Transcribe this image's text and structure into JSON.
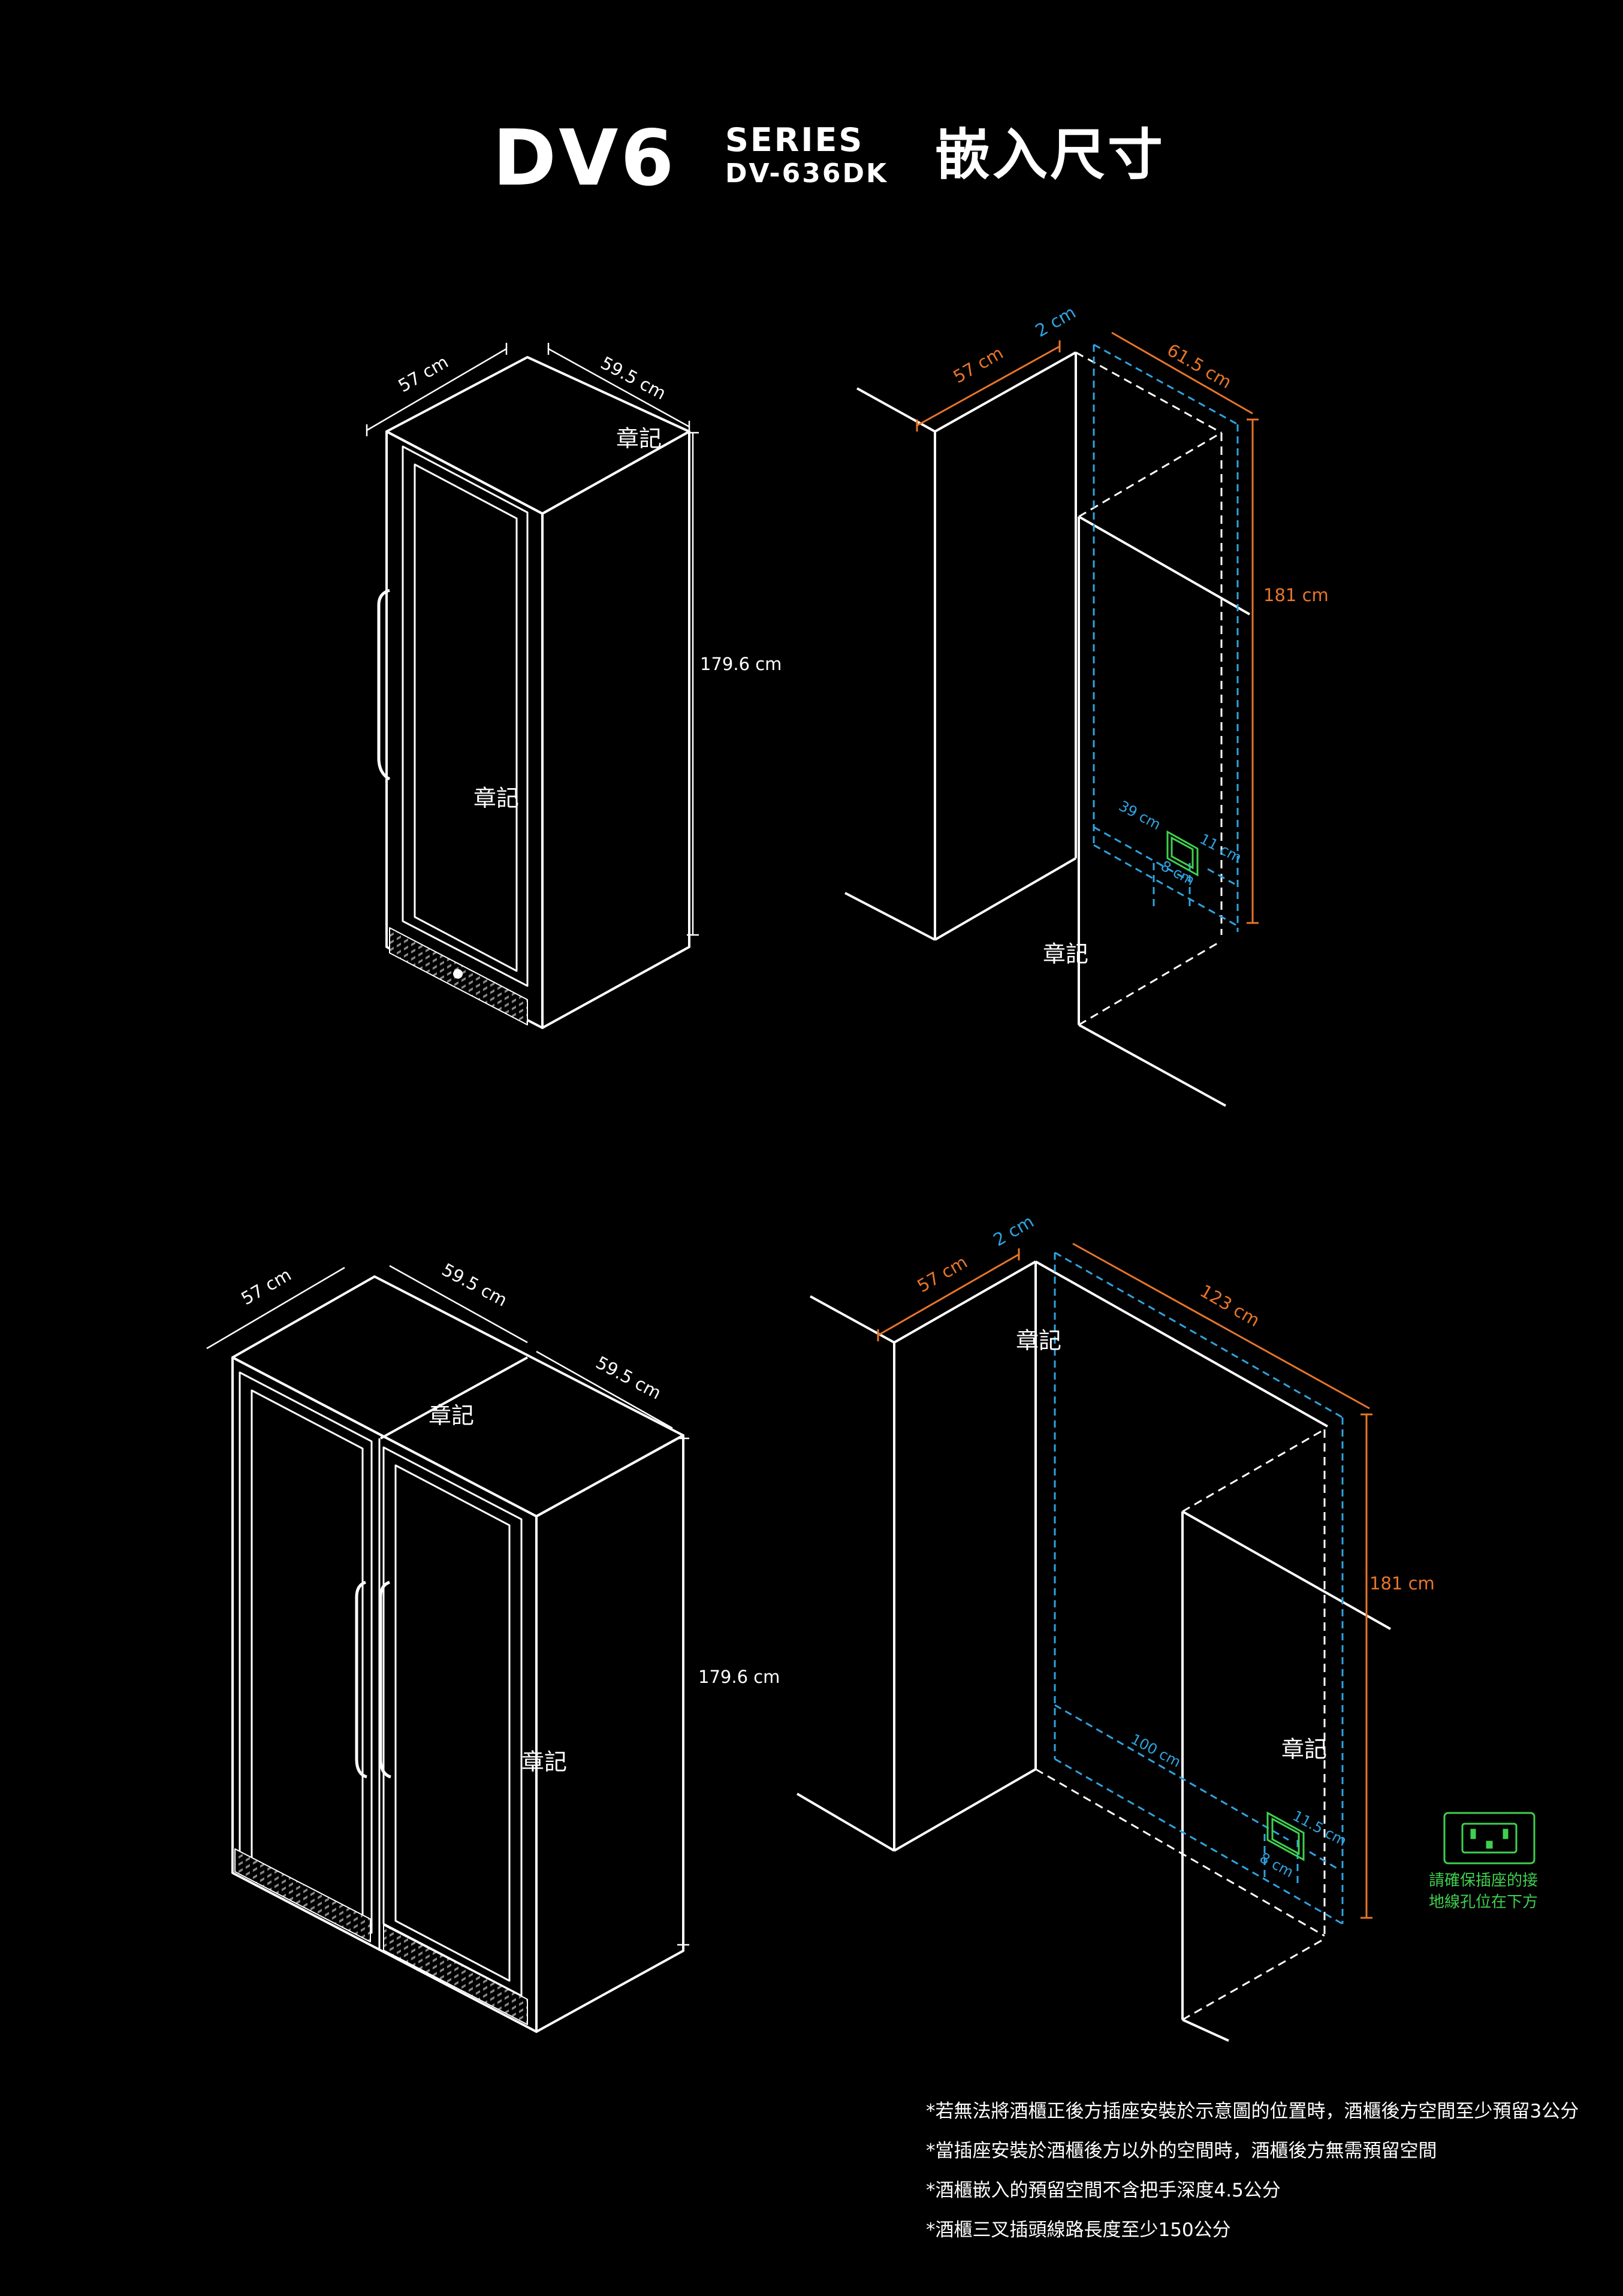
{
  "header": {
    "logo": "DV6",
    "series": "SERIES",
    "model": "DV-636DK",
    "title": "嵌入尺寸"
  },
  "colors": {
    "background": "#000000",
    "line": "#ffffff",
    "orange_dim": "#e8752a",
    "blue_dim": "#2fa3e0",
    "green_outlet": "#3fd04f"
  },
  "single_unit": {
    "width": "57 cm",
    "depth": "59.5 cm",
    "height": "179.6 cm",
    "watermark": "章記"
  },
  "single_niche": {
    "width": "57 cm",
    "gap": "2 cm",
    "depth": "61.5 cm",
    "height": "181 cm",
    "outlet_offset_h": "39 cm",
    "outlet_offset_v": "11 cm",
    "outlet_width": "8 cm",
    "watermark": "章記"
  },
  "double_unit": {
    "width": "57 cm",
    "depth_left": "59.5 cm",
    "depth_right": "59.5 cm",
    "height": "179.6 cm",
    "watermark": "章記"
  },
  "double_niche": {
    "width": "57 cm",
    "gap": "2 cm",
    "depth": "123 cm",
    "height": "181 cm",
    "outlet_offset_h": "100 cm",
    "outlet_offset_v": "11.5 cm",
    "outlet_width": "8 cm",
    "watermark": "章記"
  },
  "outlet_note": {
    "line1": "請確保插座的接",
    "line2": "地線孔位在下方"
  },
  "notes": [
    "*若無法將酒櫃正後方插座安裝於示意圖的位置時，酒櫃後方空間至少預留3公分",
    "*當插座安裝於酒櫃後方以外的空間時，酒櫃後方無需預留空間",
    "*酒櫃嵌入的預留空間不含把手深度4.5公分",
    "*酒櫃三叉插頭線路長度至少150公分"
  ]
}
